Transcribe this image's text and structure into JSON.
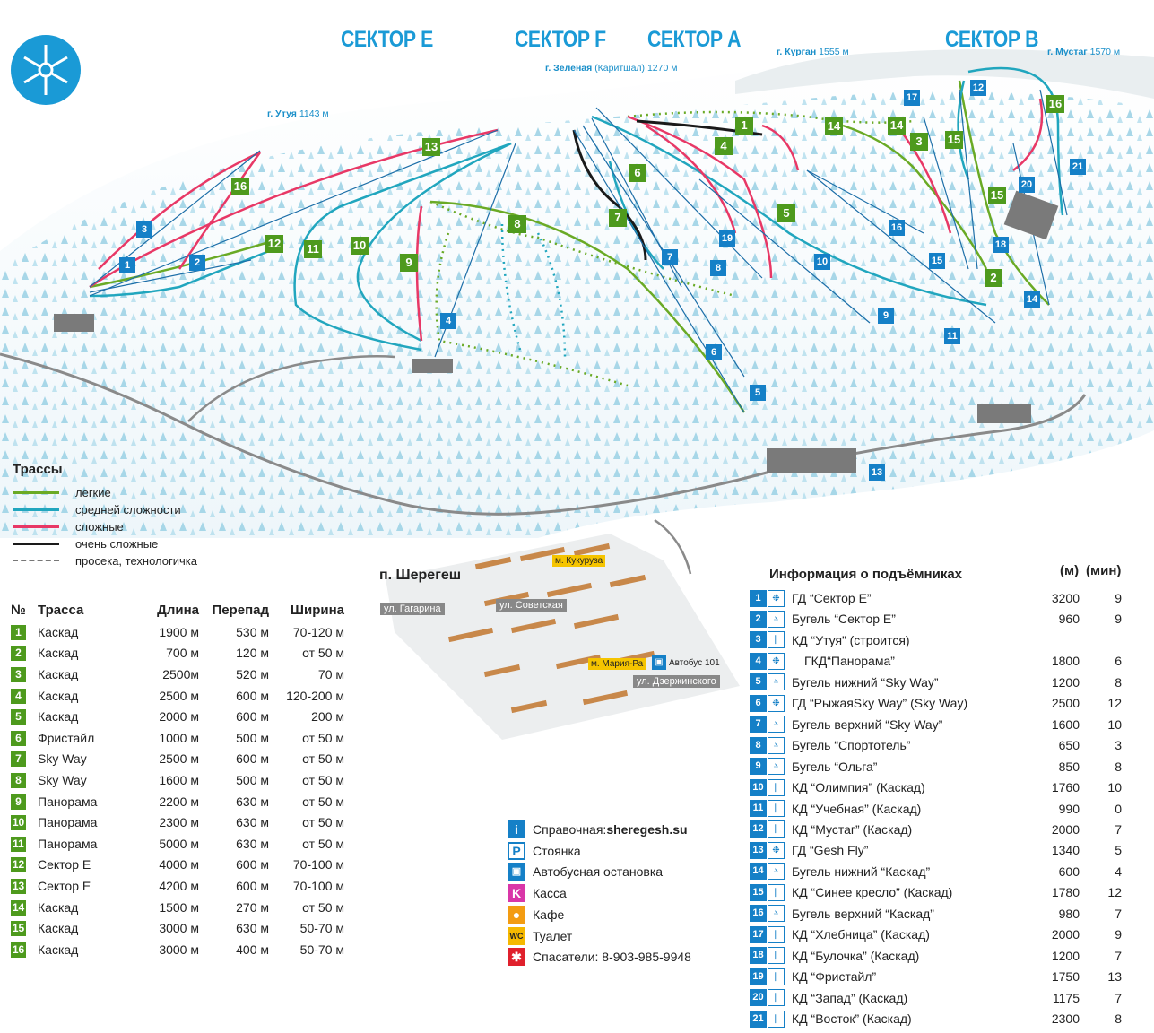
{
  "sectors": [
    "СЕКТОР E",
    "СЕКТОР F",
    "СЕКТОР A",
    "СЕКТОР B"
  ],
  "peaks": [
    {
      "name": "г. Утуя",
      "alt": "1143 м"
    },
    {
      "name": "г. Зеленая",
      "extra": "(Каритшал)",
      "alt": "1270 м"
    },
    {
      "name": "г. Курган",
      "alt": "1555 м"
    },
    {
      "name": "г. Мустаг",
      "alt": "1570 м"
    }
  ],
  "colors": {
    "easy": "#6aaa25",
    "medium": "#21a6be",
    "hard": "#e83866",
    "very_hard": "#1a1a1a",
    "accent": "#1a9ad6",
    "lift": "#1580c7",
    "trail_num": "#4e9a1d"
  },
  "trail_legend": {
    "title": "Трассы",
    "items": [
      "легкие",
      "средней сложности",
      "сложные",
      "очень сложные",
      "просека, технологичка"
    ]
  },
  "trail_table": {
    "headers": [
      "№",
      "Трасса",
      "Длина",
      "Перепад",
      "Ширина"
    ],
    "rows": [
      [
        "1",
        "Каскад",
        "1900 м",
        "530 м",
        "70-120 м"
      ],
      [
        "2",
        "Каскад",
        "700 м",
        "120 м",
        "от 50 м"
      ],
      [
        "3",
        "Каскад",
        "2500м",
        "520 м",
        "70 м"
      ],
      [
        "4",
        "Каскад",
        "2500 м",
        "600 м",
        "120-200 м"
      ],
      [
        "5",
        "Каскад",
        "2000 м",
        "600 м",
        "200 м"
      ],
      [
        "6",
        "Фристайл",
        "1000 м",
        "500 м",
        "от 50 м"
      ],
      [
        "7",
        "Sky Way",
        "2500 м",
        "600 м",
        "от 50 м"
      ],
      [
        "8",
        "Sky Way",
        "1600 м",
        "500 м",
        "от 50 м"
      ],
      [
        "9",
        "Панорама",
        "2200 м",
        "630 м",
        "от 50 м"
      ],
      [
        "10",
        "Панорама",
        "2300 м",
        "630 м",
        "от 50 м"
      ],
      [
        "11",
        "Панорама",
        "5000 м",
        "630 м",
        "от 50 м"
      ],
      [
        "12",
        "Сектор Е",
        "4000 м",
        "600 м",
        "70-100 м"
      ],
      [
        "13",
        "Сектор Е",
        "4200 м",
        "600 м",
        "70-100 м"
      ],
      [
        "14",
        "Каскад",
        "1500 м",
        "270 м",
        "от 50 м"
      ],
      [
        "15",
        "Каскад",
        "3000 м",
        "630 м",
        "50-70 м"
      ],
      [
        "16",
        "Каскад",
        "3000 м",
        "400 м",
        "50-70 м"
      ]
    ]
  },
  "village": {
    "title": "п. Шерегеш",
    "streets": [
      "ул. Гагарина",
      "ул. Советская",
      "ул. Дзержинского"
    ],
    "stops": [
      "м. Кукуруза",
      "м. Мария-Ра"
    ],
    "bus": "Автобус 101"
  },
  "legend2": {
    "items": [
      {
        "sym": "i",
        "prefix": "Справочная: ",
        "bold": "sheregesh.su"
      },
      {
        "sym": "P",
        "prefix": "Стоянка",
        "bold": ""
      },
      {
        "sym": "bus-icon",
        "prefix": "Автобусная остановка",
        "bold": ""
      },
      {
        "sym": "K",
        "prefix": "Касса",
        "bold": ""
      },
      {
        "sym": "cafe-icon",
        "prefix": "Кафе",
        "bold": ""
      },
      {
        "sym": "WC",
        "prefix": "Туалет",
        "bold": ""
      },
      {
        "sym": "rescue-icon",
        "prefix": "Спасатели: 8-903-985-9948",
        "bold": ""
      }
    ]
  },
  "lift_table": {
    "title": "Информация о подъёмниках",
    "col_m": "(м)",
    "col_min": "(мин)",
    "rows": [
      {
        "n": "1",
        "type": "gondola",
        "name": "ГД “Сектор Е”",
        "m": "3200",
        "min": "9"
      },
      {
        "n": "2",
        "type": "tbar",
        "name": "Бугель “Сектор Е”",
        "m": "960",
        "min": "9"
      },
      {
        "n": "3",
        "type": "chair",
        "name": "КД “Утуя” (строится)",
        "m": "",
        "min": ""
      },
      {
        "n": "4",
        "type": "gondola",
        "name": "ГКД“Панорама”",
        "m": "1800",
        "min": "6"
      },
      {
        "n": "5",
        "type": "tbar",
        "name": "Бугель нижний “Sky Way”",
        "m": "1200",
        "min": "8"
      },
      {
        "n": "6",
        "type": "gondola",
        "name": "ГД “РыжаяSky Way” (Sky Way)",
        "m": "2500",
        "min": "12"
      },
      {
        "n": "7",
        "type": "tbar",
        "name": "Бугель верхний “Sky Way”",
        "m": "1600",
        "min": "10"
      },
      {
        "n": "8",
        "type": "tbar",
        "name": "Бугель “Спортотель”",
        "m": "650",
        "min": "3"
      },
      {
        "n": "9",
        "type": "tbar",
        "name": "Бугель “Ольга”",
        "m": "850",
        "min": "8"
      },
      {
        "n": "10",
        "type": "chair",
        "name": "КД “Олимпия” (Каскад)",
        "m": "1760",
        "min": "10"
      },
      {
        "n": "11",
        "type": "chair",
        "name": "КД “Учебная” (Каскад)",
        "m": "990",
        "min": "0"
      },
      {
        "n": "12",
        "type": "chair",
        "name": "КД “Мустаг” (Каскад)",
        "m": "2000",
        "min": "7"
      },
      {
        "n": "13",
        "type": "gondola",
        "name": "ГД “Gesh Fly”",
        "m": "1340",
        "min": "5"
      },
      {
        "n": "14",
        "type": "tbar",
        "name": "Бугель нижний “Каскад”",
        "m": "600",
        "min": "4"
      },
      {
        "n": "15",
        "type": "chair",
        "name": "КД “Синее кресло” (Каскад)",
        "m": "1780",
        "min": "12"
      },
      {
        "n": "16",
        "type": "tbar",
        "name": "Бугель верхний “Каскад”",
        "m": "980",
        "min": "7"
      },
      {
        "n": "17",
        "type": "chair",
        "name": "КД “Хлебница” (Каскад)",
        "m": "2000",
        "min": "9"
      },
      {
        "n": "18",
        "type": "chair",
        "name": "КД “Булочка” (Каскад)",
        "m": "1200",
        "min": "7"
      },
      {
        "n": "19",
        "type": "chair",
        "name": "КД “Фристайл”",
        "m": "1750",
        "min": "13"
      },
      {
        "n": "20",
        "type": "chair",
        "name": "КД “Запад” (Каскад)",
        "m": "1175",
        "min": "7"
      },
      {
        "n": "21",
        "type": "chair",
        "name": "КД “Восток” (Каскад)",
        "m": "2300",
        "min": "8"
      }
    ]
  },
  "map_labels": {
    "trails": [
      "1",
      "2",
      "3",
      "4",
      "5",
      "6",
      "7",
      "8",
      "9",
      "10",
      "11",
      "12",
      "13",
      "14",
      "14",
      "15",
      "15",
      "16",
      "16"
    ],
    "lifts": [
      "1",
      "2",
      "3",
      "4",
      "5",
      "6",
      "7",
      "8",
      "9",
      "10",
      "11",
      "12",
      "13",
      "14",
      "15",
      "16",
      "17",
      "18",
      "19",
      "20",
      "21"
    ]
  }
}
